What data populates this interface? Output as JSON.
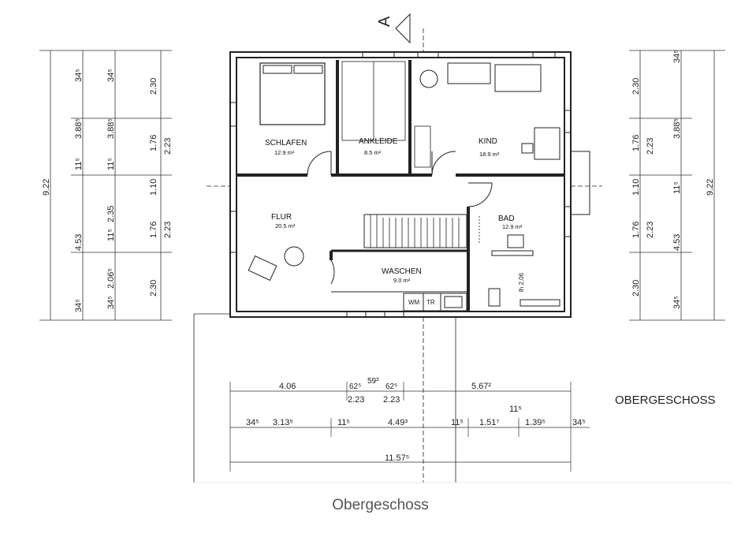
{
  "plan_title": "OBERGESCHOSS",
  "caption": "Obergeschoss",
  "section_marker": "A",
  "rooms": {
    "schlafen": {
      "name": "SCHLAFEN",
      "area": "12.9 m²"
    },
    "ankleide": {
      "name": "ANKLEIDE",
      "area": "8.5 m²"
    },
    "kind": {
      "name": "KIND",
      "area": "18.9 m²"
    },
    "flur": {
      "name": "FLUR",
      "area": "20.5 m²"
    },
    "waschen": {
      "name": "WASCHEN",
      "area": "9.0 m²"
    },
    "bad": {
      "name": "BAD",
      "area": "12.9 m²"
    }
  },
  "fixtures": {
    "wm": "WM",
    "tr": "TR",
    "bad_note": "lh 2,06"
  },
  "dims_left_outer": {
    "total": "9.22",
    "seg_a": "4.53"
  },
  "dims_left_mid": {
    "s1": "34⁵",
    "s2": "3.88⁵",
    "s3": "11⁵",
    "s4": "2.35",
    "s5": "2.06⁵",
    "s6": "34⁵"
  },
  "dims_left_mid2": {
    "s1": "34⁵",
    "s2": "3.88⁵",
    "s3": "11⁵",
    "s4": "11⁵",
    "s5": "34⁵"
  },
  "dims_left_inner": {
    "a1": "2.30",
    "a2": "1.76",
    "a3": "1.10",
    "a4": "1.76",
    "a5": "2.30",
    "b1": "2.23",
    "b2": "2.23"
  },
  "dims_right_inner": {
    "a1": "2.30",
    "a2": "1.76",
    "a3": "1.10",
    "a4": "1.76",
    "a5": "2.30",
    "b1": "2.23",
    "b2": "2.23"
  },
  "dims_right_mid": {
    "s1": "34⁵",
    "s2": "3.88⁵",
    "s3": "11⁵",
    "s4": "4.53",
    "s5": "34⁵"
  },
  "dims_right_outer": {
    "total": "9.22"
  },
  "dims_bottom_1": {
    "a": "4.06",
    "b": "62⁵",
    "c": "59³",
    "d": "62⁵",
    "e": "5.67²",
    "f": "2.23",
    "g": "2.23"
  },
  "dims_bottom_2": {
    "a": "34⁵",
    "b": "3.13⁵",
    "c": "11⁵",
    "d": "4.49³",
    "e": "11⁵",
    "f": "1.51⁷",
    "g": "11⁵",
    "h": "1.39⁵",
    "i": "34⁵"
  },
  "dims_bottom_3": {
    "total": "11.57⁵"
  }
}
